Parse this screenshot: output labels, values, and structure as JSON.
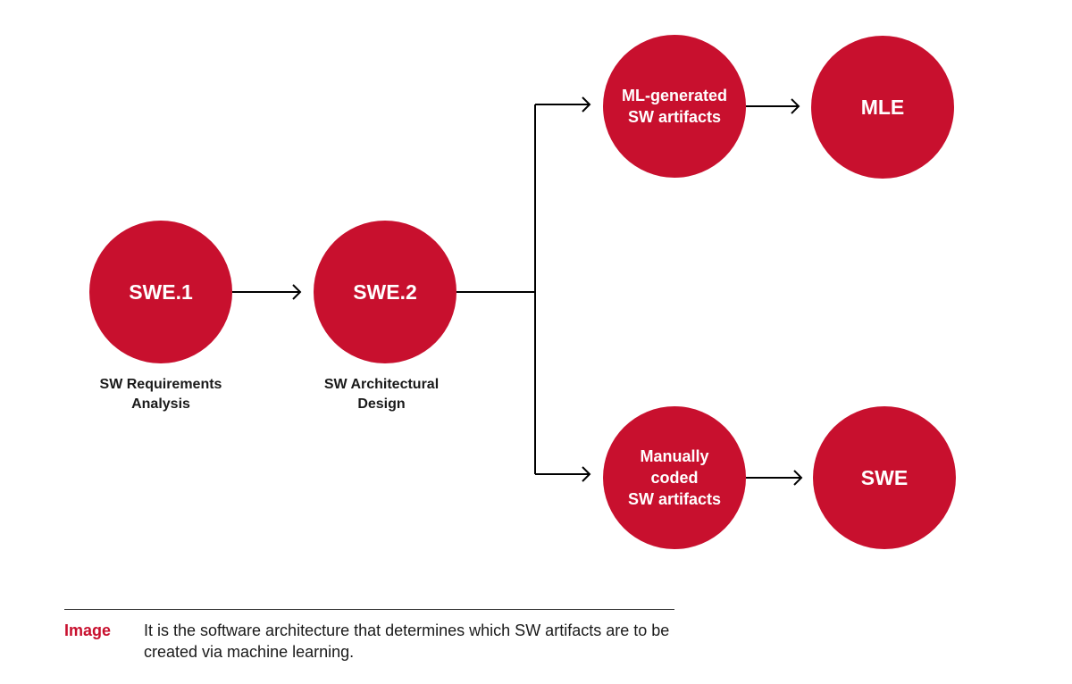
{
  "colors": {
    "accent": "#c8102e",
    "line": "#000000",
    "text": "#1a1a1a"
  },
  "nodes": {
    "swe1": {
      "label": "SWE.1",
      "sublabel": "SW Requirements\nAnalysis"
    },
    "swe2": {
      "label": "SWE.2",
      "sublabel": "SW Architectural\nDesign"
    },
    "ml_artifacts": {
      "label": "ML-generated\nSW artifacts"
    },
    "mle": {
      "label": "MLE"
    },
    "manual_artifacts": {
      "label": "Manually\ncoded\nSW artifacts"
    },
    "swe": {
      "label": "SWE"
    }
  },
  "caption": {
    "tag": "Image",
    "text": "It is the software architecture that determines which SW artifacts are to be created via machine learning."
  }
}
